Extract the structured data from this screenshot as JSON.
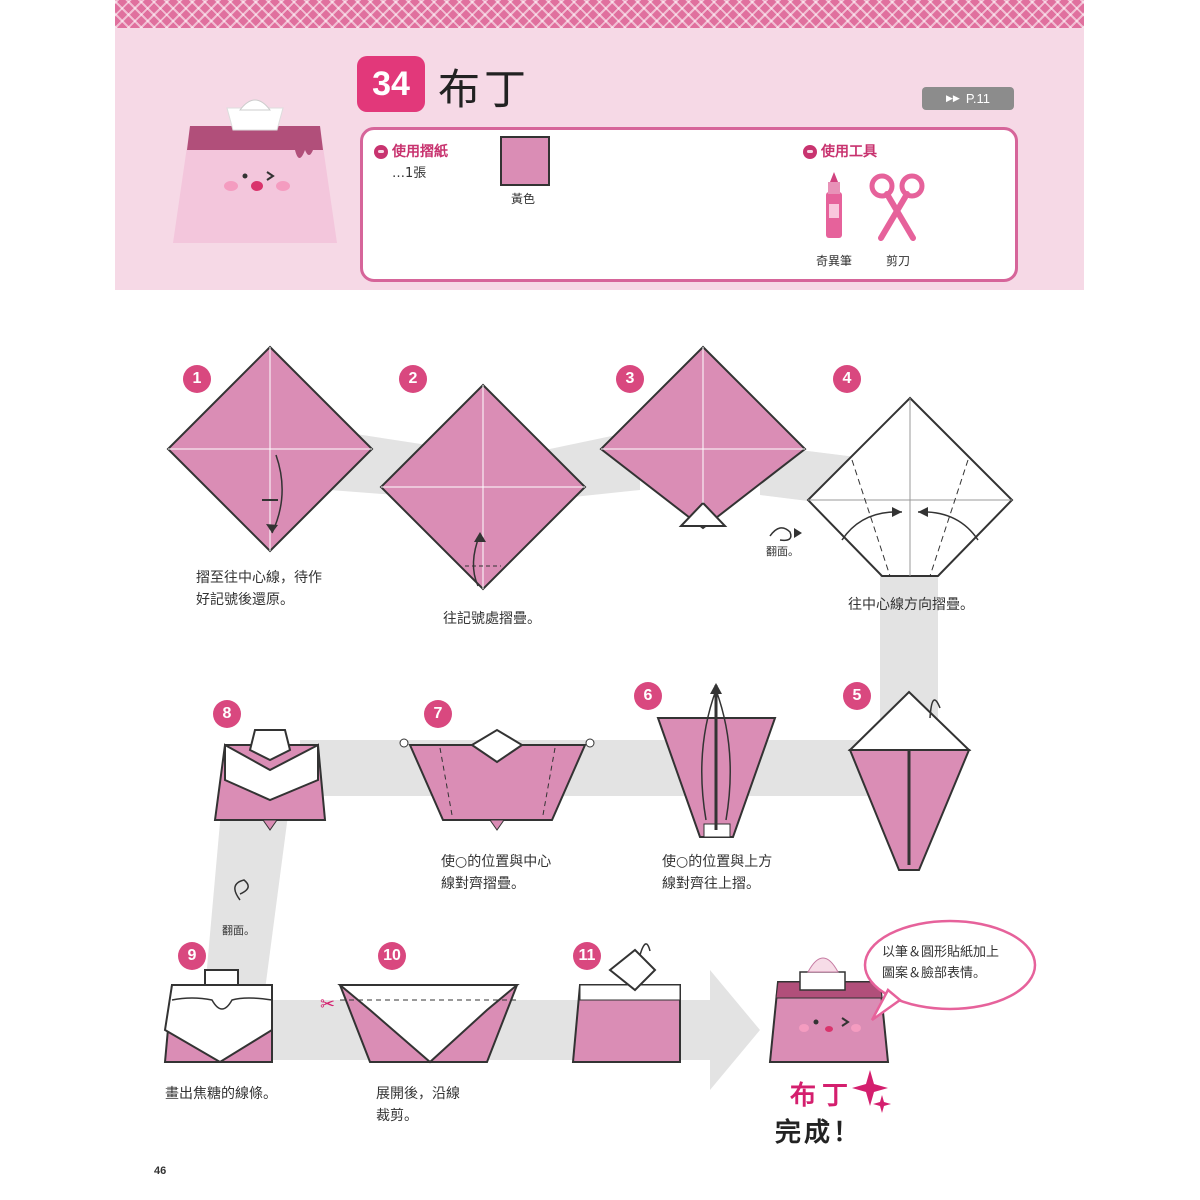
{
  "header": {
    "number": "34",
    "title": "布丁",
    "page_ref": "P.11",
    "paper_label": "使用摺紙",
    "paper_count": "…1張",
    "paper_color_name": "黃色",
    "tools_label": "使用工具",
    "tools": [
      "奇異筆",
      "剪刀"
    ]
  },
  "colors": {
    "accent": "#e2387a",
    "paper": "#da8db5",
    "header_bg": "#f6d9e6",
    "flow_arrow": "#e3e3e3"
  },
  "steps": [
    {
      "num": "1",
      "caption": [
        "摺至往中心線，待作",
        "好記號後還原。"
      ]
    },
    {
      "num": "2",
      "caption": [
        "往記號處摺疊。"
      ]
    },
    {
      "num": "3",
      "caption": [],
      "note": "翻面。"
    },
    {
      "num": "4",
      "caption": [
        "往中心線方向摺疊。"
      ]
    },
    {
      "num": "5",
      "caption": []
    },
    {
      "num": "6",
      "caption": [
        "使○的位置與上方",
        "線對齊往上摺。"
      ]
    },
    {
      "num": "7",
      "caption": [
        "使○的位置與中心",
        "線對齊摺疊。"
      ]
    },
    {
      "num": "8",
      "caption": [],
      "note": "翻面。"
    },
    {
      "num": "9",
      "caption": [
        "畫出焦糖的線條。"
      ]
    },
    {
      "num": "10",
      "caption": [
        "展開後，沿線",
        "裁剪。"
      ]
    },
    {
      "num": "11",
      "caption": []
    }
  ],
  "bubble": [
    "以筆＆圓形貼紙加上",
    "圖案＆臉部表情。"
  ],
  "finish": [
    "布丁",
    "完成！"
  ],
  "page_number": "46"
}
